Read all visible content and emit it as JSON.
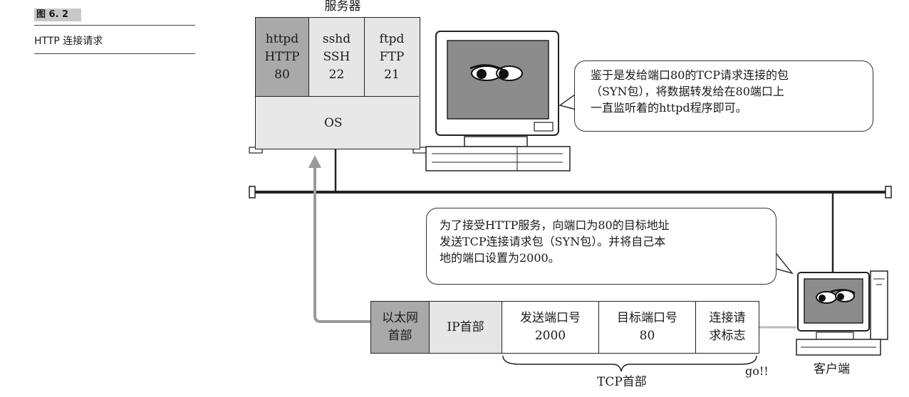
{
  "figure": {
    "number": "图 6. 2",
    "title": "HTTP 连接请求"
  },
  "server": {
    "label": "服务器",
    "services": [
      {
        "name": "httpd",
        "protocol": "HTTP",
        "port": "80"
      },
      {
        "name": "sshd",
        "protocol": "SSH",
        "port": "22"
      },
      {
        "name": "ftpd",
        "protocol": "FTP",
        "port": "21"
      }
    ],
    "os_label": "OS"
  },
  "server_bubble": {
    "lines": [
      "鉴于是发给端口80的TCP请求连接的包",
      "（SYN包），将数据转发给在80端口上",
      "一直监听着的httpd程序即可。"
    ]
  },
  "client_bubble": {
    "lines": [
      "为了接受HTTP服务，向端口为80的目标地址",
      "发送TCP连接请求包（SYN包）。并将自己本",
      "地的端口设置为2000。"
    ]
  },
  "packet": {
    "fields": [
      {
        "line1": "以太网",
        "line2": "首部"
      },
      {
        "line1": "IP首部",
        "line2": ""
      },
      {
        "line1": "发送端口号",
        "line2": "2000"
      },
      {
        "line1": "目标端口号",
        "line2": "80"
      },
      {
        "line1": "连接请",
        "line2": "求标志"
      }
    ],
    "tcp_header_label": "TCP首部",
    "go_label": "go!!"
  },
  "client": {
    "label": "客户端"
  },
  "colors": {
    "dark_cell": "#a9a9a9",
    "light_cell": "#e6e6e6",
    "arrow": "#9a9a9a",
    "screen": "#8c8c8c"
  }
}
